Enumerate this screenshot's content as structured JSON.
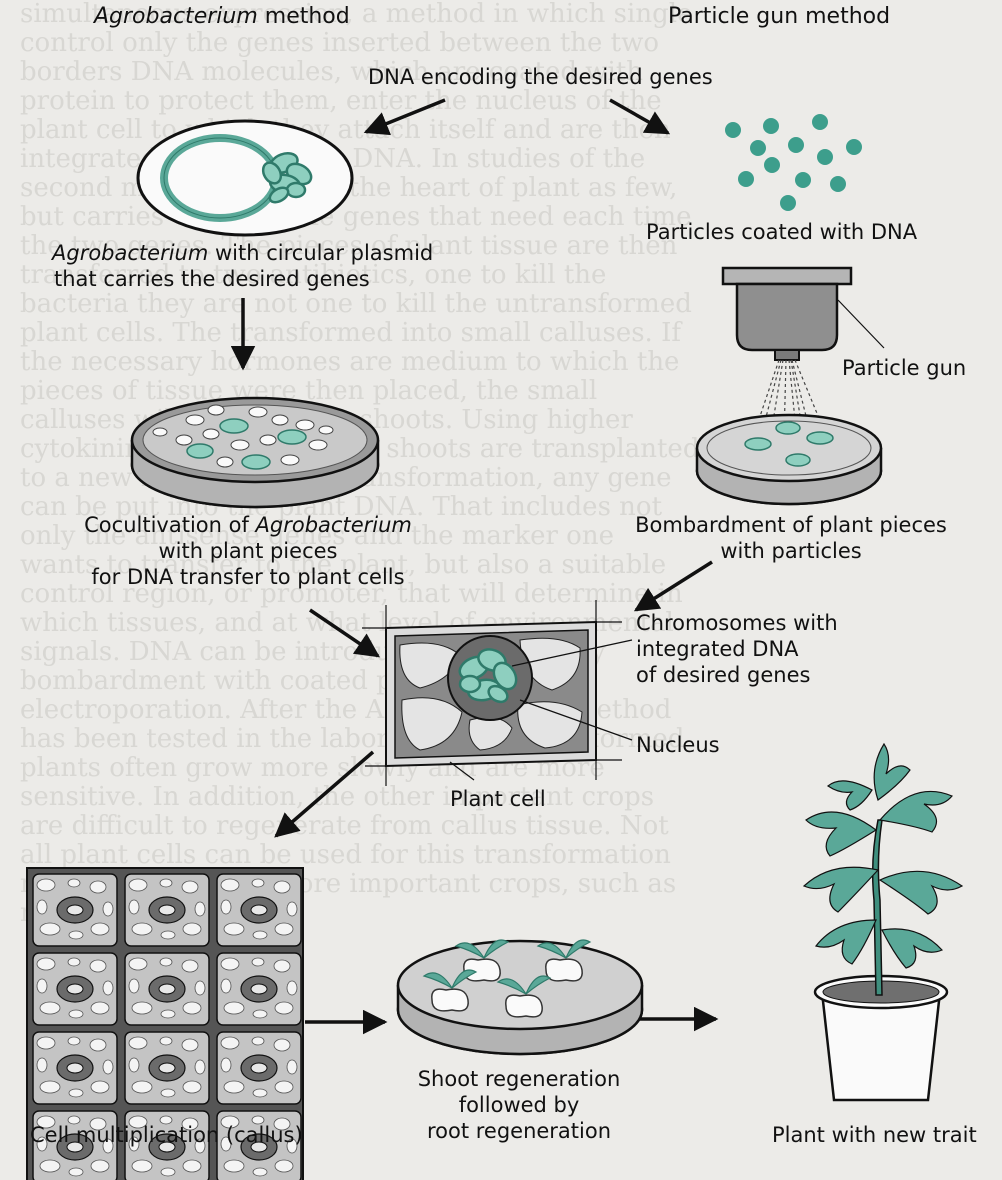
{
  "labels": {
    "agro_heading_italic": "Agrobacterium",
    "agro_heading_rest": " method",
    "particle_heading": "Particle gun method",
    "dna_encoding": "DNA encoding the desired genes",
    "agro_plasmid_line1_italic": "Agrobacterium",
    "agro_plasmid_line1_rest": " with circular plasmid",
    "agro_plasmid_line2": "that carries the desired genes",
    "particles_coated": "Particles coated with DNA",
    "particle_gun": "Particle gun",
    "cocult_line1_pre": "Cocultivation of ",
    "cocult_line1_italic": "Agrobacterium",
    "cocult_line2": "with plant pieces",
    "cocult_line3": "for DNA transfer to plant cells",
    "bombard_line1": "Bombardment of plant pieces",
    "bombard_line2": "with particles",
    "chrom_line1": "Chromosomes with",
    "chrom_line2": "integrated DNA",
    "chrom_line3": "of desired genes",
    "nucleus": "Nucleus",
    "plant_cell": "Plant cell",
    "shoot_line1": "Shoot regeneration",
    "shoot_line2": "followed by",
    "shoot_line3": "root regeneration",
    "callus": "Cell multiplication (callus)",
    "new_trait": "Plant with new trait"
  },
  "colors": {
    "teal": "#5aa898",
    "teal_dark": "#2f7a6a",
    "gray_dark": "#6f6f6f",
    "gray_mid": "#9a9a9a",
    "gray_light": "#c9c9c9"
  },
  "background_text": "simultaneous expression, a method in which single control only the genes inserted between the two borders DNA molecules, which are coated with protein to protect them, enter the nucleus of the plant cell to which they attach itself and are then integrated into the plant DNA. In studies of the second method, a gun is the heart of plant as few, but carries with it some genes that need each time the two genes. The pieces of plant tissue are then transferred to two antibiotics, one to kill the bacteria they are not one to kill the untransformed plant cells. The transformed into small calluses. If the necessary hormones are medium to which the pieces of tissue were then placed, the small calluses will develop into shoots. Using higher cytokinin levels, finally, the shoots are transplanted to a new medium. After transformation, any gene can be put into the plant DNA. That includes not only the antisense genes and the marker one wants to transfer to the plant, but also a suitable control region, or promoter, that will determine in which tissues, and at what level of environmental signals. DNA can be introduced into cells by bombardment with coated particles or by electroporation. After the Agrobacterium method has been tested in the laboratory, the transformed plants often grow more slowly and are more sensitive. In addition, the other important crops are difficult to regenerate from callus tissue. Not all plant cells can be used for this transformation method. Even now more important crops, such as rice, corn, wheat."
}
